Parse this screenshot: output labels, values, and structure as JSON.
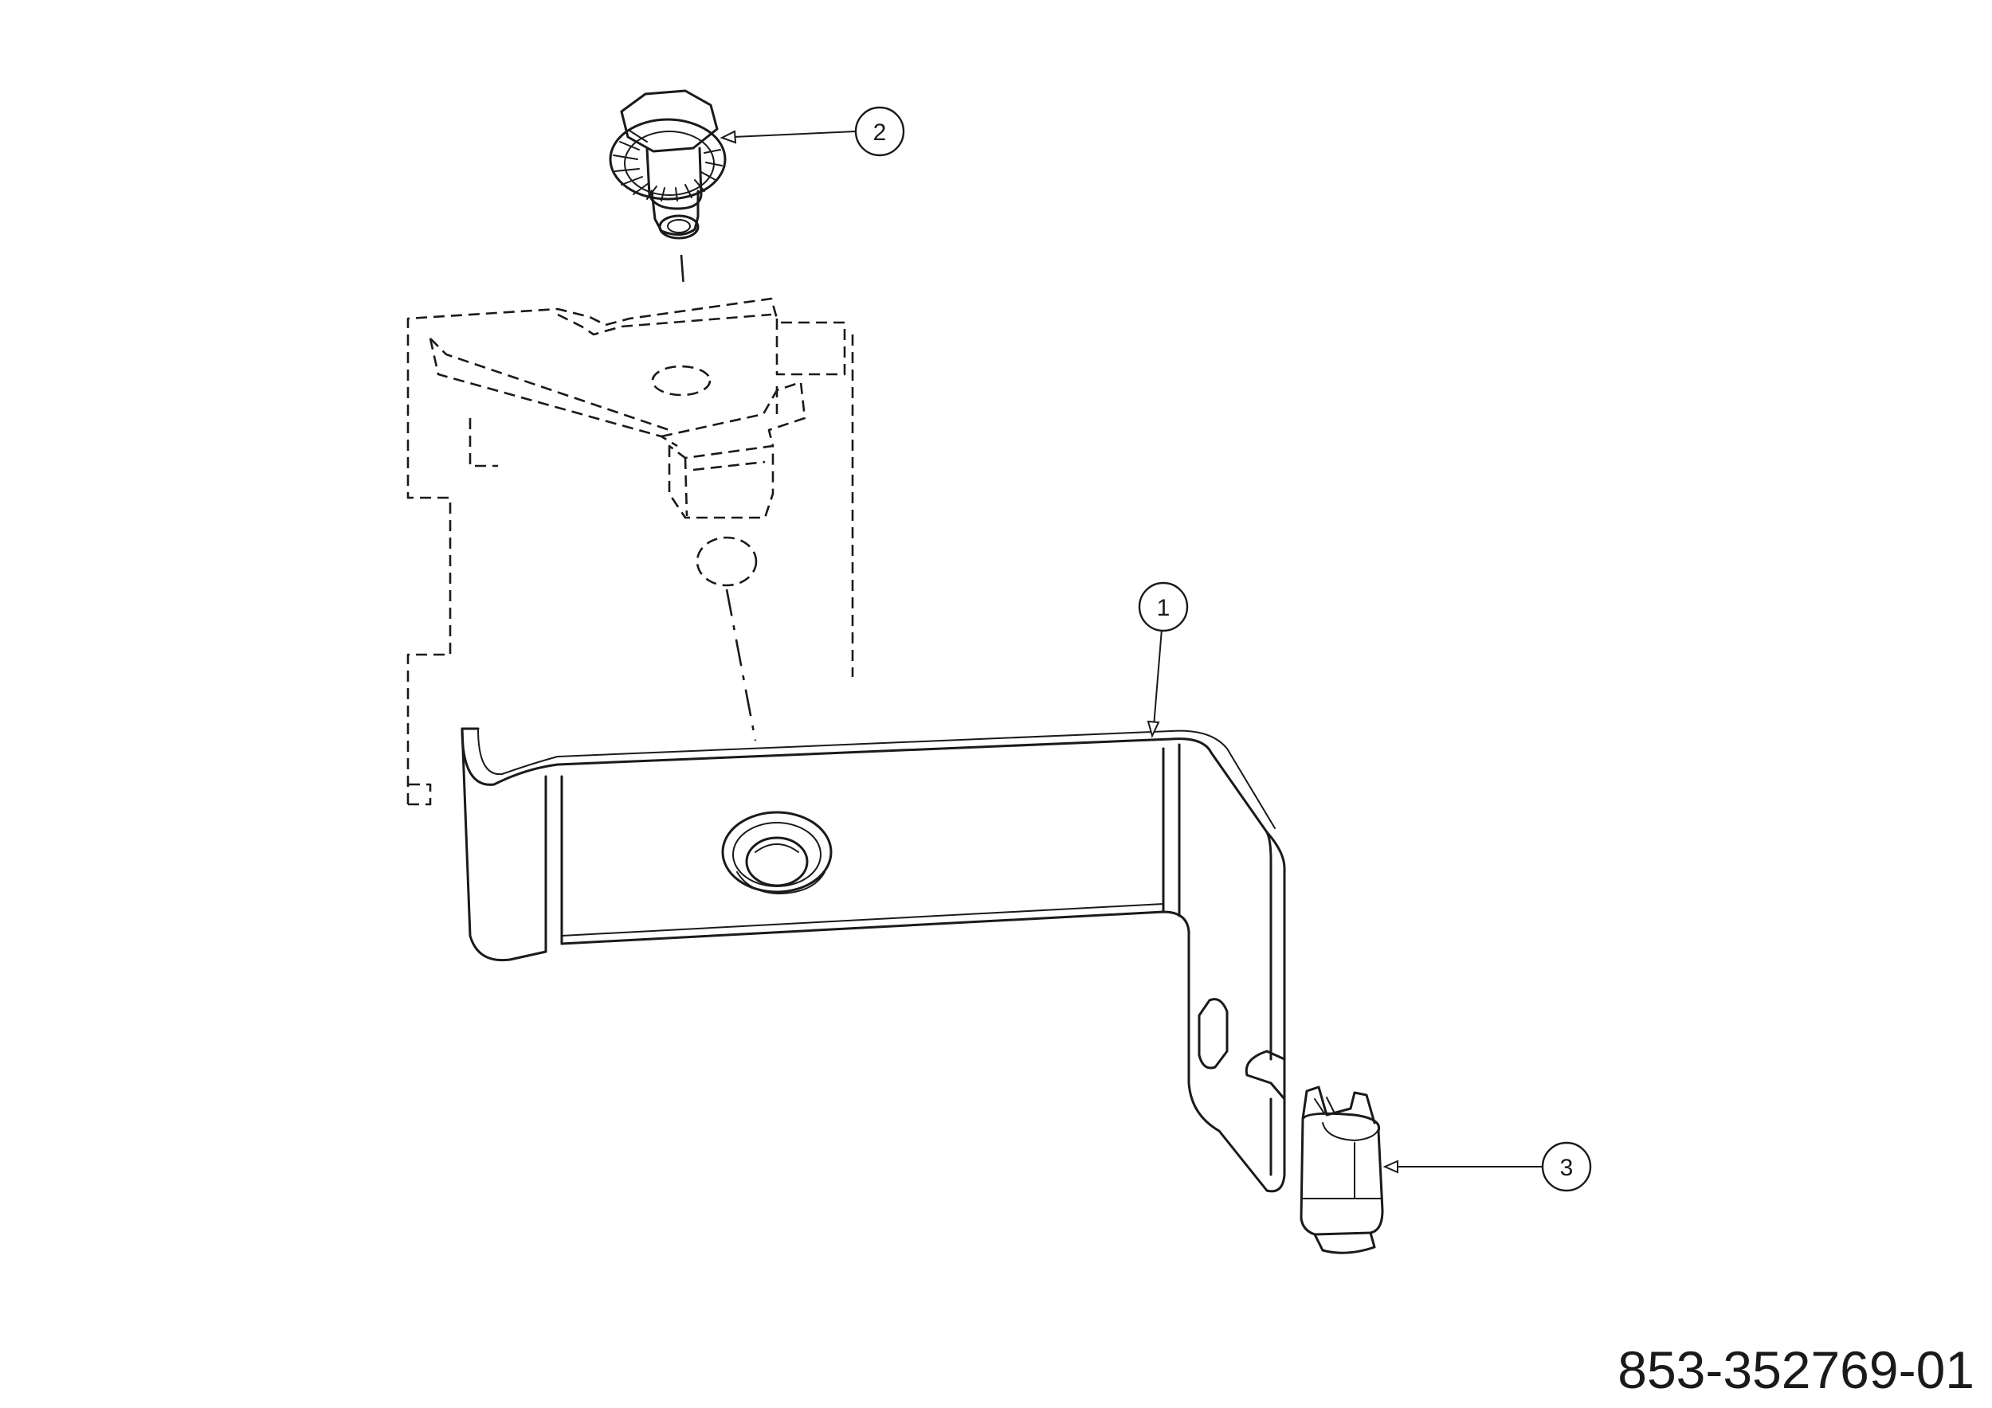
{
  "callouts": [
    {
      "id": "1",
      "label": "1"
    },
    {
      "id": "2",
      "label": "2"
    },
    {
      "id": "3",
      "label": "3"
    }
  ],
  "part_number": "853-352769-01"
}
